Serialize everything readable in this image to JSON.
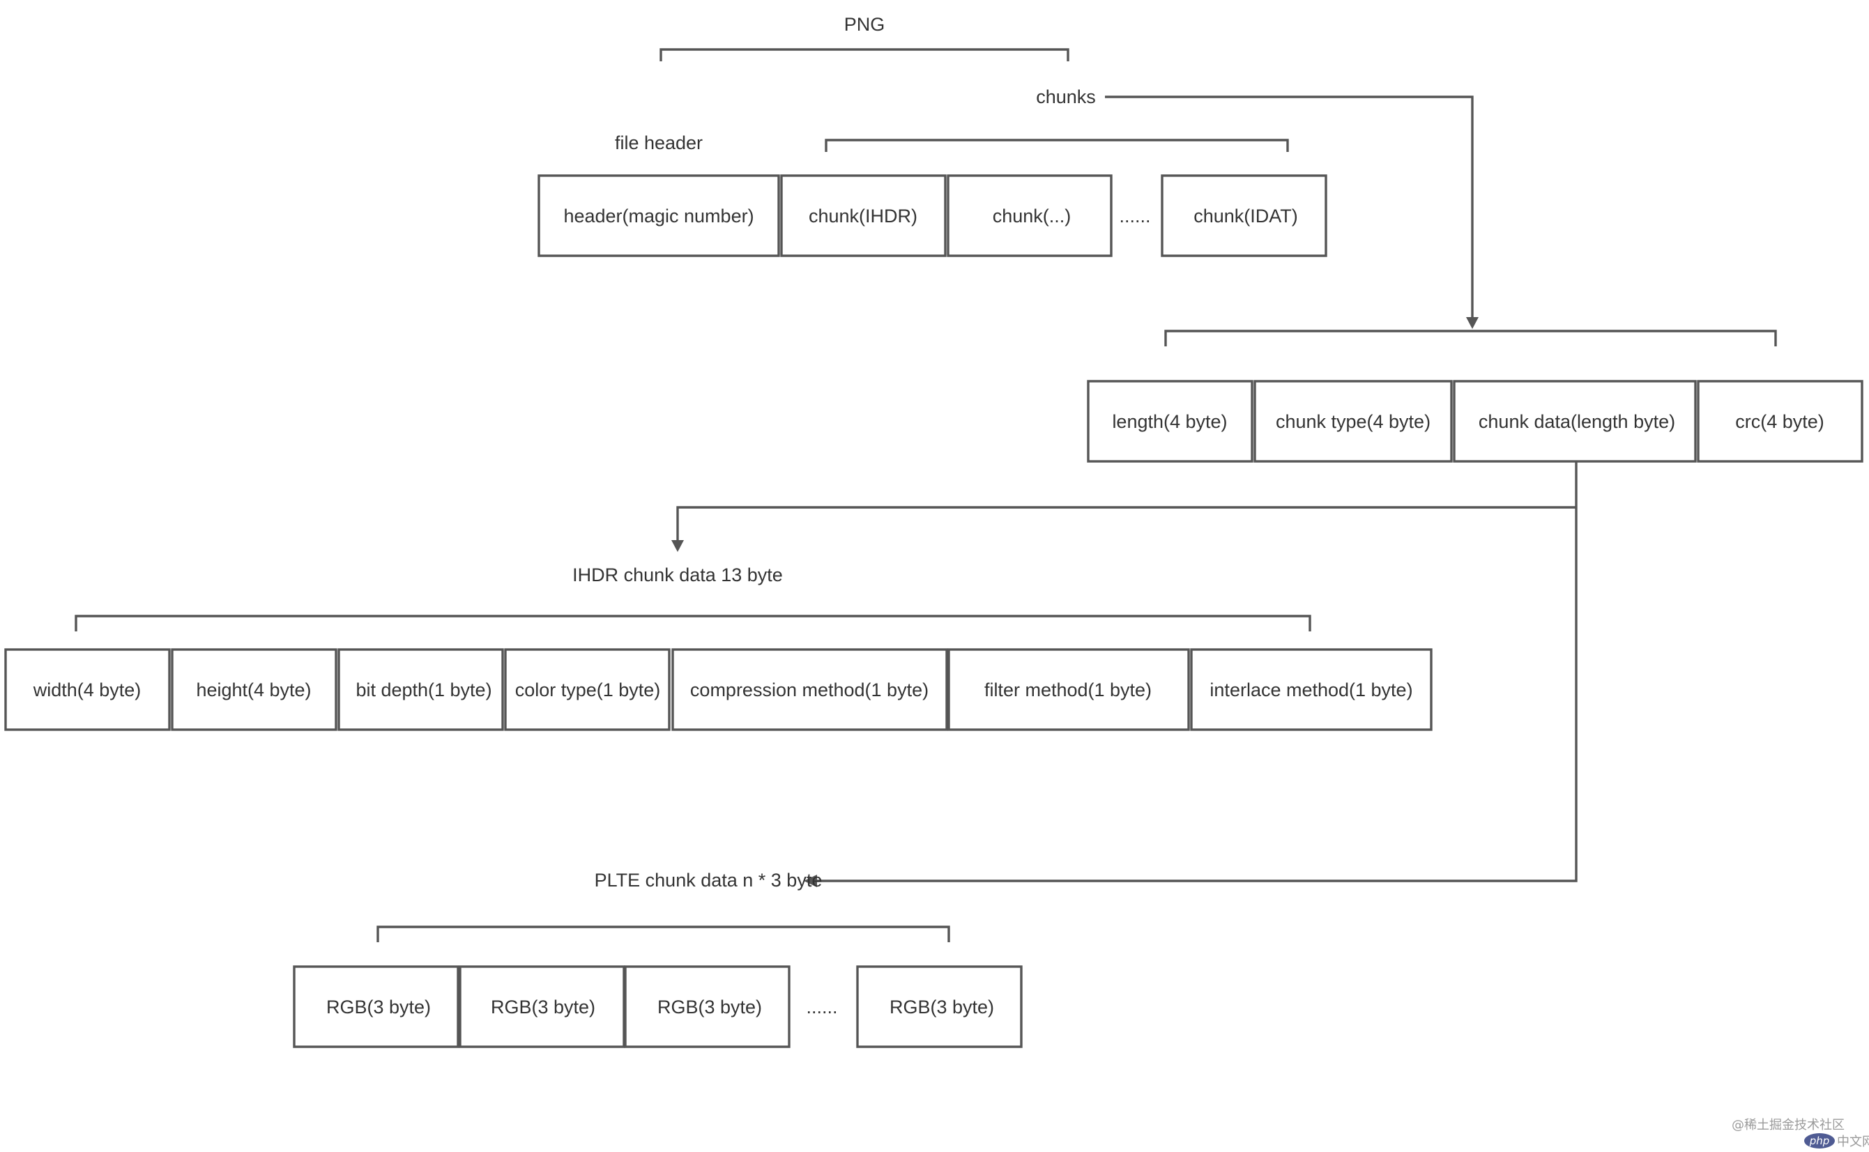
{
  "labels": {
    "png": "PNG",
    "chunks": "chunks",
    "file_header": "file header",
    "ihdr_title": "IHDR chunk data 13 byte",
    "plte_title": "PLTE chunk data  n * 3 byte"
  },
  "png_row": {
    "header": "header(magic number)",
    "chunk_ihdr": "chunk(IHDR)",
    "chunk_etc": "chunk(...)",
    "ellipsis": "......",
    "chunk_idat": "chunk(IDAT)"
  },
  "chunk_row": {
    "length": "length(4 byte)",
    "type": "chunk type(4 byte)",
    "data": "chunk data(length byte)",
    "crc": "crc(4 byte)"
  },
  "ihdr_row": {
    "width": "width(4 byte)",
    "height": "height(4 byte)",
    "bit_depth": "bit depth(1 byte)",
    "color_type": "color type(1 byte)",
    "compression": "compression method(1 byte)",
    "filter": "filter method(1 byte)",
    "interlace": "interlace method(1 byte)"
  },
  "plte_row": {
    "rgb1": "RGB(3 byte)",
    "rgb2": "RGB(3 byte)",
    "rgb3": "RGB(3 byte)",
    "ellipsis": "......",
    "rgb4": "RGB(3 byte)"
  },
  "watermark": {
    "text": "@稀土掘金技术社区",
    "php_badge": "php",
    "cn": "中文网"
  },
  "colors": {
    "stroke": "#555555",
    "text": "#333333",
    "badge": "#4f5b93"
  }
}
